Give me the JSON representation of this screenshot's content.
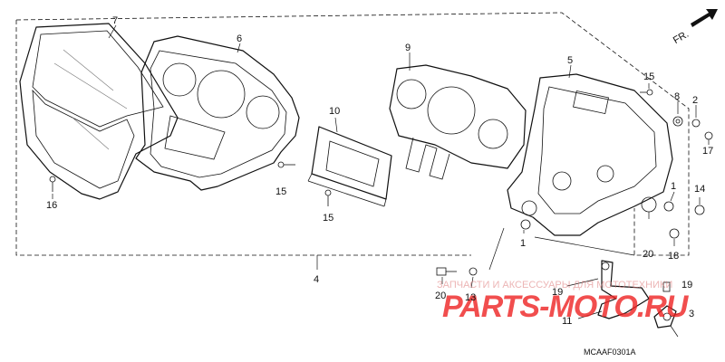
{
  "diagram": {
    "code": "MCAAF0301A",
    "direction_label": "FR.",
    "parts": {
      "p1a": "1",
      "p1b": "1",
      "p2": "2",
      "p3": "3",
      "p4": "4",
      "p5": "5",
      "p6": "6",
      "p7": "7",
      "p8": "8",
      "p9": "9",
      "p10": "10",
      "p11": "11",
      "p13": "13",
      "p14": "14",
      "p15a": "15",
      "p15b": "15",
      "p15c": "15",
      "p16": "16",
      "p17": "17",
      "p18": "18",
      "p19a": "19",
      "p19b": "19",
      "p20a": "20",
      "p20b": "20"
    }
  },
  "watermark": {
    "line1": "ЗАПЧАСТИ И АКСЕССУАРЫ ДЛЯ МОТОТЕХНИКИ",
    "line2": "PARTS-MOTO.RU"
  }
}
